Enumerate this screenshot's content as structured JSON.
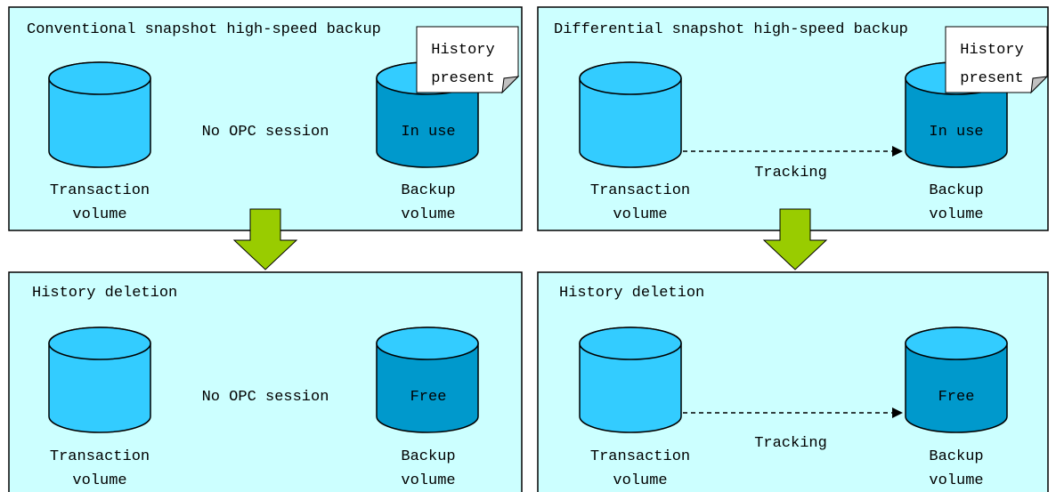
{
  "colors": {
    "panel_fill": "#ccffff",
    "cylinder_fill": "#33ccff",
    "cylinder_body_in_use": "#0099cc",
    "arrow_fill": "#99cc00",
    "note_fill": "#ffffff"
  },
  "panels": {
    "top_left": {
      "title": "Conventional snapshot high-speed backup",
      "left_volume_label": [
        "Transaction",
        "volume"
      ],
      "right_volume_label": [
        "Backup",
        "volume"
      ],
      "session_text": "No OPC session",
      "backup_state": "In use",
      "history_note": [
        "History",
        "present"
      ]
    },
    "top_right": {
      "title": "Differential snapshot high-speed backup",
      "left_volume_label": [
        "Transaction",
        "volume"
      ],
      "right_volume_label": [
        "Backup",
        "volume"
      ],
      "link_text": "Tracking",
      "backup_state": "In use",
      "history_note": [
        "History",
        "present"
      ]
    },
    "bottom_left": {
      "title": "History deletion",
      "left_volume_label": [
        "Transaction",
        "volume"
      ],
      "right_volume_label": [
        "Backup",
        "volume"
      ],
      "session_text": "No OPC session",
      "backup_state": "Free"
    },
    "bottom_right": {
      "title": "History deletion",
      "left_volume_label": [
        "Transaction",
        "volume"
      ],
      "right_volume_label": [
        "Backup",
        "volume"
      ],
      "link_text": "Tracking",
      "backup_state": "Free"
    }
  }
}
